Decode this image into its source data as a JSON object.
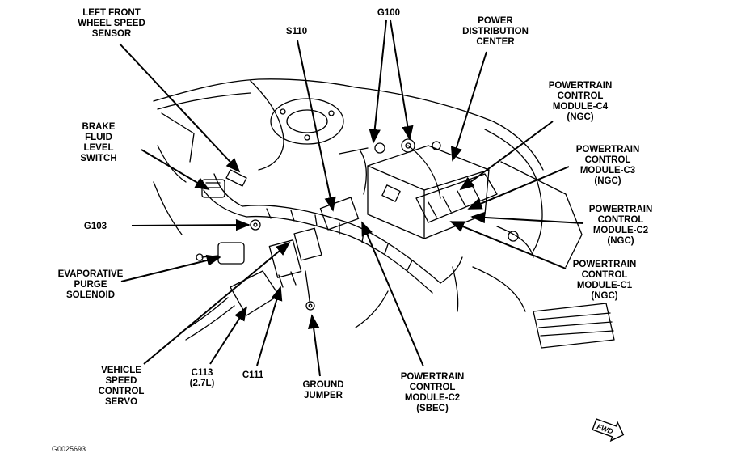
{
  "diagram": {
    "labels": {
      "left_front_wheel_speed_sensor": [
        "LEFT FRONT",
        "WHEEL SPEED",
        "SENSOR"
      ],
      "s110": [
        "S110"
      ],
      "g100": [
        "G100"
      ],
      "power_distribution_center": [
        "POWER",
        "DISTRIBUTION",
        "CENTER"
      ],
      "pcm_c4": [
        "POWERTRAIN",
        "CONTROL",
        "MODULE-C4",
        "(NGC)"
      ],
      "pcm_c3": [
        "POWERTRAIN",
        "CONTROL",
        "MODULE-C3",
        "(NGC)"
      ],
      "pcm_c2_ngc": [
        "POWERTRAIN",
        "CONTROL",
        "MODULE-C2",
        "(NGC)"
      ],
      "pcm_c1": [
        "POWERTRAIN",
        "CONTROL",
        "MODULE-C1",
        "(NGC)"
      ],
      "brake_fluid_level_switch": [
        "BRAKE",
        "FLUID",
        "LEVEL",
        "SWITCH"
      ],
      "g103": [
        "G103"
      ],
      "evaporative_purge_solenoid": [
        "EVAPORATIVE",
        "PURGE",
        "SOLENOID"
      ],
      "vehicle_speed_control_servo": [
        "VEHICLE",
        "SPEED",
        "CONTROL",
        "SERVO"
      ],
      "c113": [
        "C113",
        "(2.7L)"
      ],
      "c111": [
        "C111"
      ],
      "ground_jumper": [
        "GROUND",
        "JUMPER"
      ],
      "pcm_c2_sbec": [
        "POWERTRAIN",
        "CONTROL",
        "MODULE-C2",
        "(SBEC)"
      ]
    },
    "forward_indicator": "FWD",
    "figure_id": "G0025693"
  },
  "colors": {
    "ink": "#000000",
    "background": "#ffffff"
  }
}
